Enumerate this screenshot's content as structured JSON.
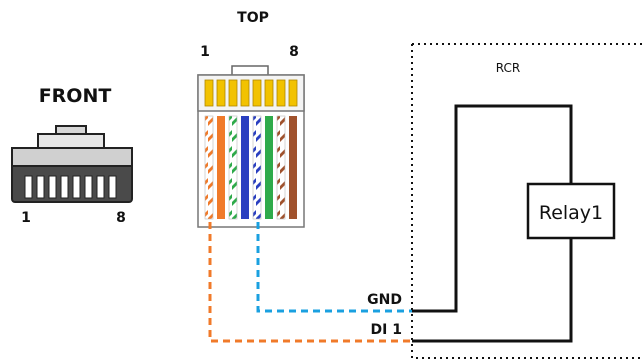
{
  "front": {
    "title": "FRONT",
    "pin_left": "1",
    "pin_right": "8"
  },
  "top": {
    "title": "TOP",
    "pin_left": "1",
    "pin_right": "8",
    "wires": [
      {
        "pin": 1,
        "pattern": "striped",
        "color": "#f07a2a"
      },
      {
        "pin": 2,
        "pattern": "solid",
        "color": "#f07a2a"
      },
      {
        "pin": 3,
        "pattern": "striped",
        "color": "#2eaa4a"
      },
      {
        "pin": 4,
        "pattern": "solid",
        "color": "#2a3fc0"
      },
      {
        "pin": 5,
        "pattern": "striped",
        "color": "#2a3fc0"
      },
      {
        "pin": 6,
        "pattern": "solid",
        "color": "#2eaa4a"
      },
      {
        "pin": 7,
        "pattern": "striped",
        "color": "#a0522d"
      },
      {
        "pin": 8,
        "pattern": "solid",
        "color": "#a0522d"
      }
    ],
    "contact_color": "#f2c200"
  },
  "rcr": {
    "title": "RCR",
    "relay_label": "Relay1",
    "terminals": [
      "GND",
      "DI 1"
    ]
  },
  "connections": [
    {
      "from_pin": 5,
      "to": "GND",
      "color": "#1aa0e0",
      "style": "dashed"
    },
    {
      "from_pin": 1,
      "to": "DI 1",
      "color": "#f07a2a",
      "style": "dashed"
    }
  ]
}
